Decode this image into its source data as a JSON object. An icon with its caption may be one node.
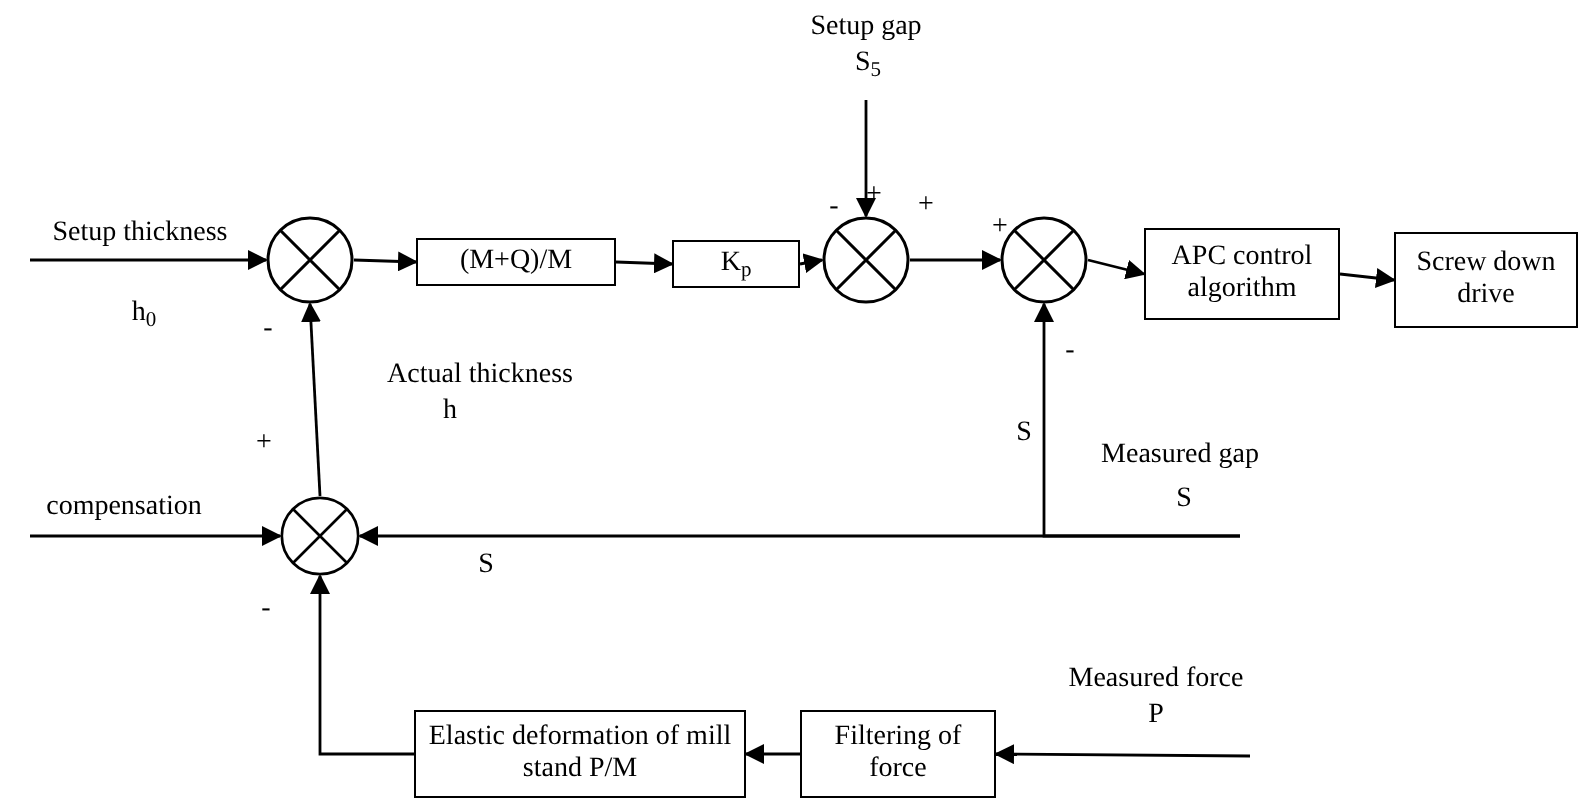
{
  "diagram": {
    "nodes": [
      {
        "text": [],
        "shape": "circle"
      },
      {
        "text": [
          "(M+Q)/M"
        ]
      },
      {
        "text": [
          "K$_{p}$"
        ]
      },
      {
        "text": [],
        "shape": "circle"
      },
      {
        "text": [],
        "shape": "circle"
      },
      {
        "text": [
          "APC control algorithm"
        ]
      },
      {
        "text": [
          "Screw down drive"
        ]
      },
      {
        "text": [],
        "shape": "circle"
      },
      {
        "text": [
          "Elastic deformation of mill stand P/M"
        ]
      },
      {
        "text": [
          "Filtering of force"
        ]
      }
    ],
    "edges": [
      {
        "from": null,
        "to": 0,
        "arrow": "to"
      },
      {
        "from": 0,
        "to": 1,
        "arrow": "to"
      },
      {
        "from": 1,
        "to": 2,
        "arrow": "to"
      },
      {
        "from": 2,
        "to": 3,
        "arrow": "to"
      },
      {
        "from": null,
        "to": 3,
        "arrow": "to"
      },
      {
        "from": 3,
        "to": 4,
        "arrow": "to"
      },
      {
        "from": 4,
        "to": 5,
        "arrow": "to"
      },
      {
        "from": 5,
        "to": 6,
        "arrow": "to"
      },
      {
        "from": 7,
        "to": 0,
        "arrow": "to"
      },
      {
        "from": null,
        "to": 7,
        "arrow": "to"
      },
      {
        "from": null,
        "to": 4,
        "arrow": "to"
      },
      {
        "from": null,
        "to": 7,
        "arrow": "to"
      },
      {
        "from": null,
        "to": 9,
        "arrow": "to"
      },
      {
        "from": 9,
        "to": 8,
        "arrow": "to"
      },
      {
        "from": 8,
        "to": 7,
        "arrow": "to"
      }
    ],
    "labels": [
      "Setup gap",
      "S$_{5}$",
      "+",
      "Setup thickness",
      "-",
      "+",
      "+",
      "h$_{0}$",
      "-",
      "-",
      "Actual thickness",
      "h",
      "+",
      "S",
      "Measured gap",
      "S",
      "compensation",
      "S",
      "-",
      "Measured force",
      "P"
    ]
  }
}
